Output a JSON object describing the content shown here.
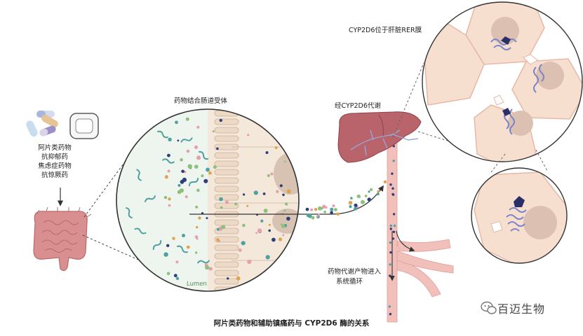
{
  "labels": {
    "intestinal_receptor": "药物结合肠道受体",
    "liver_metabolism": "经CYP2D6代谢",
    "rer_location": "CYP2D6位于肝脏RER膜",
    "metabolites": "药物代谢产物进入",
    "circulation": "系统循环",
    "lumen": "Lumen"
  },
  "drug_classes": [
    "阿片类药物",
    "抗抑郁药",
    "焦虑症药物",
    "抗惊厥药"
  ],
  "caption": "阿片类药物和辅助镇痛药与 CYP2D6 酶的关系",
  "brand": {
    "name": "百迈生物",
    "icon": "wechat-logo-icon"
  },
  "colors": {
    "intestine": "#d98f8f",
    "intestine_dark": "#b86a6a",
    "liver": "#b9636a",
    "vessel": "#f0b3ad",
    "cell": "#f6dfcf",
    "cell_border": "#e7b8a8",
    "nucleus": "#dcc0b2",
    "er": "#7a86c9",
    "cyp": "#2a2f68",
    "lumen_bg": "#edf5ee",
    "villi": "#ecd9c6",
    "dot_green": "#8cc07b",
    "dot_pink": "#e49fb0",
    "dot_orange": "#e0a24e",
    "dot_navy": "#2d3f79",
    "dot_teal": "#4fa0a0",
    "arrow": "#333333"
  }
}
